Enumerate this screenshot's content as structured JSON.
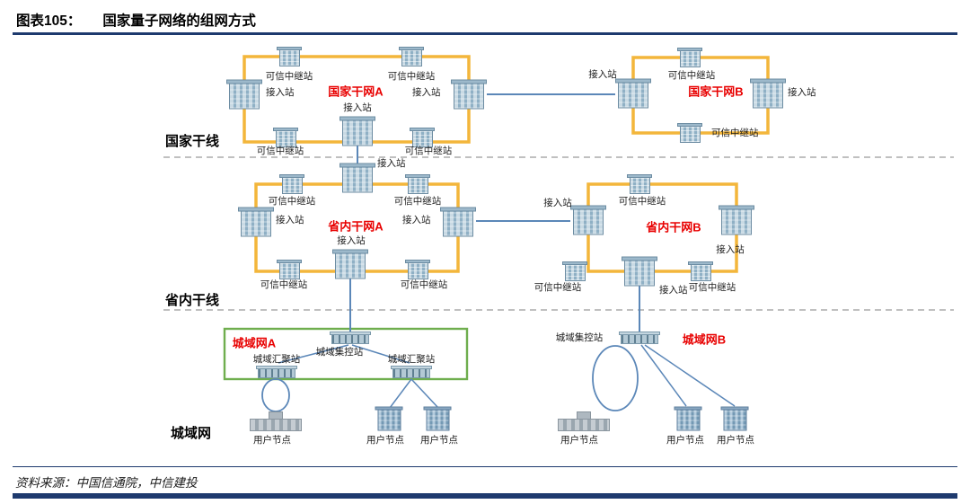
{
  "header": {
    "figure_label": "图表105：",
    "title": "国家量子网络的组网方式"
  },
  "sections": {
    "national_trunk": "国家干线",
    "provincial_trunk": "省内干线",
    "metro": "城域网"
  },
  "networks": {
    "national_a": "国家干网A",
    "national_b": "国家干网B",
    "provincial_a": "省内干网A",
    "provincial_b": "省内干网B",
    "metro_a": "城域网A",
    "metro_b": "城域网B"
  },
  "node_labels": {
    "access_station": "接入站",
    "trusted_relay": "可信中继站",
    "metro_control": "城域集控站",
    "metro_aggregation": "城域汇聚站",
    "user_node": "用户节点"
  },
  "footer": {
    "source": "资料来源：中国信通院，中信建投"
  },
  "colors": {
    "navy": "#1e3a6e",
    "ring_yellow": "#f3b63b",
    "link_blue": "#5b87b8",
    "metro_green": "#6fae4e",
    "net_red": "#e80000",
    "bldg_light": "#c9dae4",
    "bldg_dark": "#8fb0c5"
  }
}
